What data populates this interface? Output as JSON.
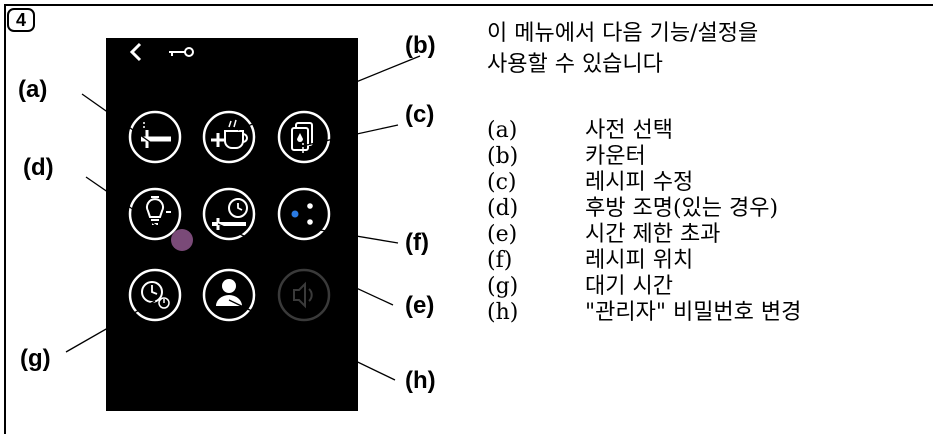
{
  "step": "4",
  "intro_lines": [
    "이 메뉴에서 다음 기능/설정을",
    "사용할 수 있습니다"
  ],
  "callouts": {
    "a": "(a)",
    "b": "(b)",
    "c": "(c)",
    "d": "(d)",
    "e": "(e)",
    "f": "(f)",
    "g": "(g)",
    "h": "(h)"
  },
  "legend": [
    {
      "key": "(a)",
      "text": "사전 선택"
    },
    {
      "key": "(b)",
      "text": "카운터"
    },
    {
      "key": "(c)",
      "text": "레시피 수정"
    },
    {
      "key": "(d)",
      "text": "후방 조명(있는 경우)"
    },
    {
      "key": "(e)",
      "text": "시간 제한 초과"
    },
    {
      "key": "(f)",
      "text": "레시피 위치"
    },
    {
      "key": "(g)",
      "text": "대기 시간"
    },
    {
      "key": "(h)",
      "text": "\"관리자\" 비밀번호 변경"
    }
  ],
  "icons": {
    "back": "chevron-left-icon",
    "key": "key-icon",
    "preselection": "preselection-icon",
    "counter": "cup-counter-icon",
    "recipe_edit": "recipe-edit-icon",
    "backlight": "lightbulb-icon",
    "timeout": "timer-icon",
    "recipe_position": "dots-icon",
    "standby": "standby-clock-icon",
    "admin": "user-icon",
    "sound": "speaker-icon"
  },
  "colors": {
    "screen": "#000000",
    "icon_stroke": "#ffffff",
    "dot_accent": "#2a7be4",
    "touch_indicator": "#7a4a78",
    "disabled": "#3a3a3a"
  }
}
